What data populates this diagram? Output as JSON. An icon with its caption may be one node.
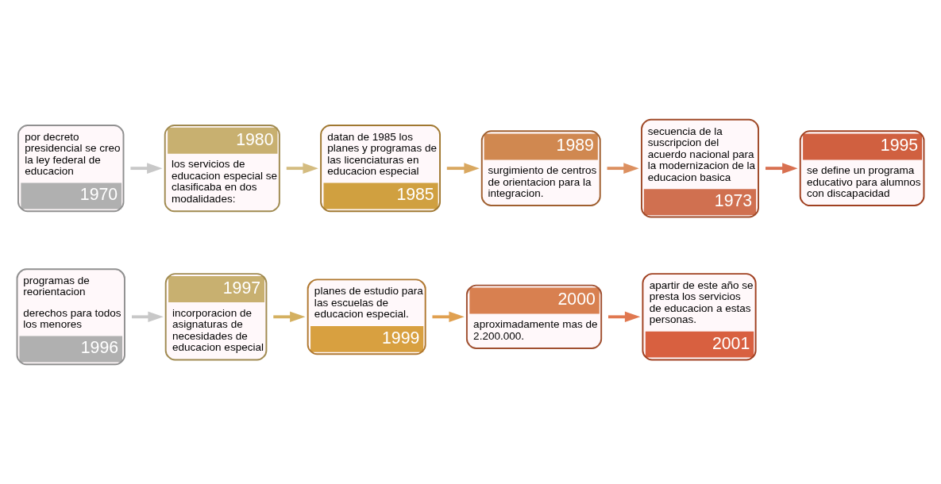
{
  "diagram": {
    "nodes": [
      {
        "text": [
          "por decreto presidencial se creo la ley federal de educacion",
          "1970"
        ]
      },
      {
        "text": [
          "1980",
          "los servicios de educacion especial se clasificaba en dos modalidades:"
        ]
      },
      {
        "text": [
          "datan de 1985 los planes y programas de las licenciaturas en educacion especial",
          "1985"
        ]
      },
      {
        "text": [
          "1989",
          "surgimiento de centros de orientacion para la integracion."
        ]
      },
      {
        "text": [
          "secuencia de la suscripcion del acuerdo nacional para la modernizacion de la educacion basica",
          "1973"
        ]
      },
      {
        "text": [
          "1995",
          "se define un programa educativo para alumnos con discapacidad"
        ]
      },
      {
        "text": [
          "programas de reorientacion",
          "derechos para todos los menores",
          "1996"
        ]
      },
      {
        "text": [
          "1997",
          "incorporacion de asignaturas de necesidades de educacion especial"
        ]
      },
      {
        "text": [
          "planes de estudio para las escuelas de educacion especial.",
          "1999"
        ]
      },
      {
        "text": [
          "2000",
          "aproximadamente mas de 2.200.000."
        ]
      },
      {
        "text": [
          "apartir de este año se presta los servicios de educacion a estas personas.",
          "2001"
        ]
      }
    ],
    "edges": [
      {
        "from": 0,
        "to": 1,
        "arrow": "to",
        "color": "#c8c8c8"
      },
      {
        "from": 1,
        "to": 2,
        "arrow": "to",
        "color": "#d4bc80"
      },
      {
        "from": 2,
        "to": 3,
        "arrow": "to",
        "color": "#d9a860"
      },
      {
        "from": 3,
        "to": 4,
        "arrow": "to",
        "color": "#dc9060"
      },
      {
        "from": 4,
        "to": 5,
        "arrow": "to",
        "color": "#d87050"
      },
      {
        "from": 6,
        "to": 7,
        "arrow": "to",
        "color": "#c8c8c8"
      },
      {
        "from": 7,
        "to": 8,
        "arrow": "to",
        "color": "#d4b060"
      },
      {
        "from": 8,
        "to": 9,
        "arrow": "to",
        "color": "#e0a050"
      },
      {
        "from": 9,
        "to": 10,
        "arrow": "to",
        "color": "#e07850"
      }
    ]
  }
}
